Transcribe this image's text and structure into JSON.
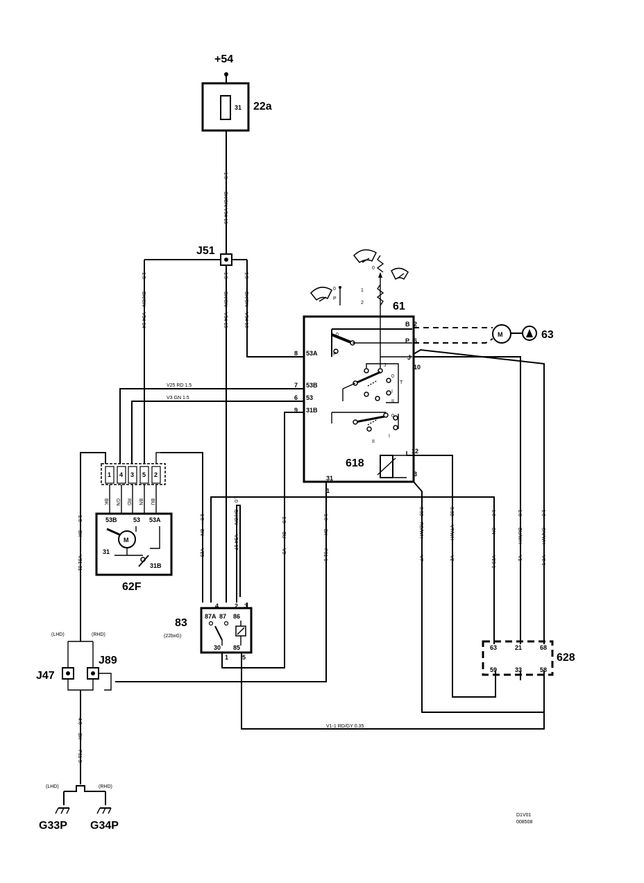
{
  "supply": "+54",
  "components": {
    "fuse": {
      "id": "22a",
      "pin": "31"
    },
    "junction_j51": "J51",
    "switch": {
      "id": "61",
      "pins": [
        "B",
        "2",
        "P",
        "6",
        "J",
        "10",
        "8",
        "53A",
        "7",
        "53B",
        "6",
        "53",
        "9",
        "31B",
        "12",
        "3",
        "31",
        "1"
      ],
      "positions": [
        "0",
        "P",
        "J",
        "0",
        "T",
        "I",
        "II",
        "0",
        "I",
        "II"
      ]
    },
    "sub_618": "618",
    "washer_pump": {
      "id": "63",
      "symbol": "M"
    },
    "wiper_motor": {
      "id": "62F",
      "connector_pins": [
        "1",
        "4",
        "3",
        "5",
        "2"
      ],
      "terms": [
        "53B",
        "53",
        "53A",
        "31",
        "31B"
      ],
      "symbol": "M"
    },
    "relay": {
      "id": "83",
      "sub": "(22bxG)",
      "pins": [
        "4",
        "2",
        "3",
        "87A",
        "87",
        "86",
        "30",
        "85",
        "1",
        "5"
      ]
    },
    "ecu": {
      "id": "628",
      "pins": [
        "63",
        "21",
        "68",
        "59",
        "33",
        "58"
      ]
    },
    "ground_points": {
      "j47": "J47",
      "j89": "J89",
      "lhd": "(LHD)",
      "rhd": "(RHD)",
      "g33": "G33P",
      "g34": "G34P"
    }
  },
  "wire_labels": {
    "v54_13": "V54-13",
    "bkgn_1": "BK/GN",
    "s1_5a": "1.5",
    "v54_14": "V54-14",
    "bkgn_2": "BK/GN",
    "s1_5b": "1.5",
    "v54_15": "V54-15",
    "bkgn_3": "BK/GN",
    "s1_5c": "1.5",
    "v54_16": "V54-16",
    "bkgn_4": "BK/GN",
    "s1_5d": "1.5",
    "v25_rd": "V25   RD   1.5",
    "v3_gn": "V3   GN   1.5",
    "c62_bk": "BK",
    "c62_gn": "GN",
    "c62_rd": "RD",
    "c62_bn": "BN",
    "c62_bu": "BU",
    "v31_31": "V31-31",
    "bk_1": "BK",
    "s1_5e": "1.5",
    "v25": "V25",
    "bn_1": "BN",
    "s1_5f": "1.5",
    "v54_17": "V54-17",
    "bkgn_5": "BK/GN",
    "s1_0a": "1.0",
    "v5": "V5",
    "bu_1": "BU",
    "s1_5g": "1.5",
    "p31_1": "P31-1",
    "bk_2": "BK",
    "s1_0b": "1.0",
    "v7": "V7",
    "rdwh": "RD/WH",
    "s0_35a": "0.35",
    "v2": "V2",
    "vtwh": "VT/WH",
    "s0_35b": "0.35",
    "v25_1": "V25-1",
    "bn_2": "BN",
    "s1_0c": "1.0",
    "v1": "V1",
    "buwh": "BU/WH",
    "s1_0d": "1.0",
    "v8_1": "V8-1",
    "gnwh": "GN/WH",
    "s1_0e": "1.0",
    "v1_1": "V1-1   RD/GY   0.35",
    "p31_5": "P31-5",
    "bk_3": "BK",
    "s4_0": "4.0"
  },
  "footer": {
    "line1": "D1V01",
    "line2": "008508"
  }
}
